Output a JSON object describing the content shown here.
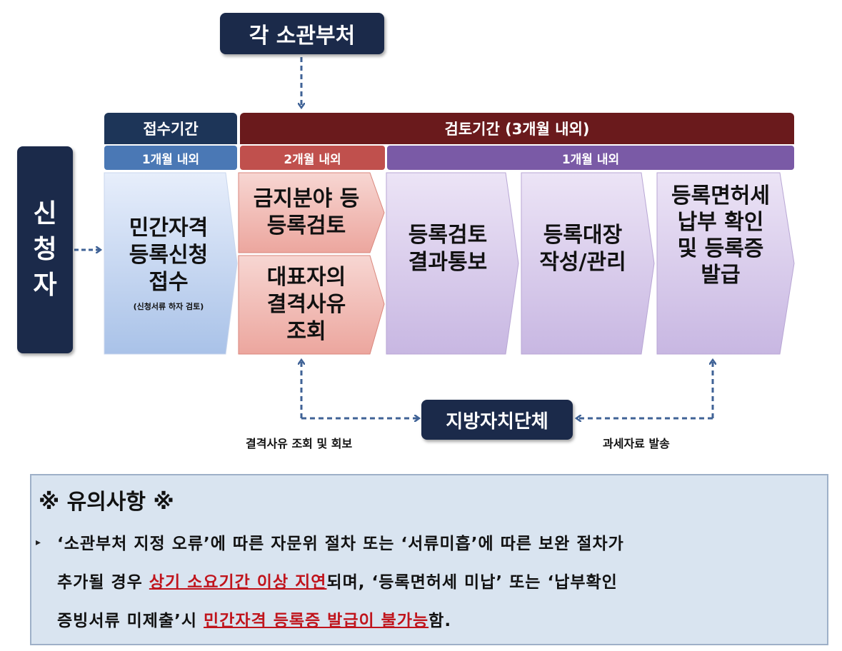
{
  "ministry": "각 소관부처",
  "applicant": "신\n청\n자",
  "reception": {
    "header": "접수기간",
    "duration": "1개월 내외",
    "title": "민간자격\n등록신청\n접수",
    "subtitle": "(신청서류 하자 검토)"
  },
  "review": {
    "header": "검토기간 (3개월 내외)",
    "duration_a": "2개월 내외",
    "duration_b": "1개월 내외",
    "stage_prohibited": "금지분야 등\n등록검토",
    "stage_disqualify": "대표자의\n결격사유\n조회",
    "stage_notify": "등록검토\n결과통보",
    "stage_register": "등록대장\n작성/관리",
    "stage_issue": "등록면허세\n납부 확인\n및 등록증\n발급"
  },
  "local_gov": "지방자치단체",
  "label_left": "결격사유 조회 및 회보",
  "label_right": "과세자료 발송",
  "notice": {
    "title": "※ 유의사항 ※",
    "bullet": "▸",
    "line1": "‘소관부처 지정 오류’에 따른 자문위 절차 또는 ‘서류미흡’에 따른 보완 절차가",
    "line2_a": "추가될 경우 ",
    "line2_red": "상기 소요기간 이상 지연",
    "line2_b": "되며, ‘등록면허세 미납’ 또는 ‘납부확인",
    "line3_a": "증빙서류 미제출’시 ",
    "line3_red": "민간자격 등록증 발급이 불가능",
    "line3_b": "함."
  }
}
